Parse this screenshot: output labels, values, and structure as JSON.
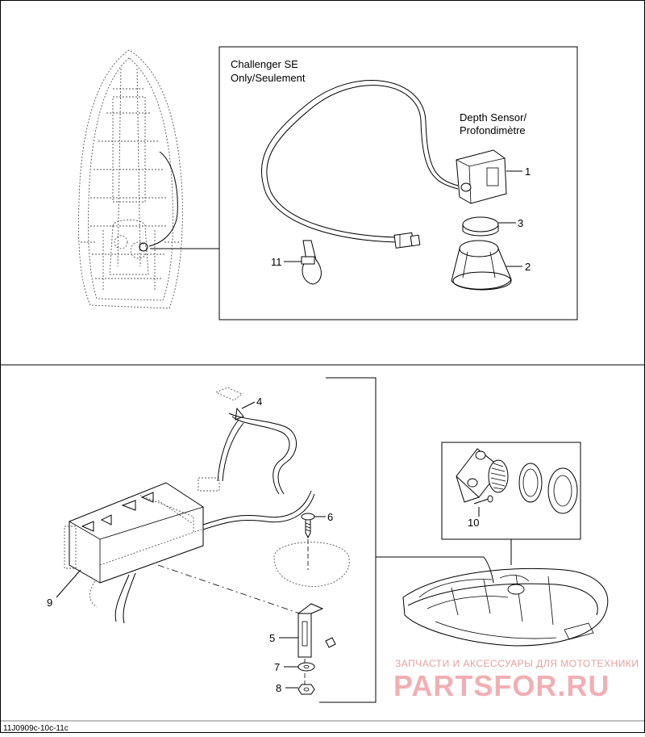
{
  "panel_top": {
    "note_line1": "Challenger SE",
    "note_line2": "Only/Seulement",
    "sensor_line1": "Depth Sensor/",
    "sensor_line2": "Profondimètre"
  },
  "callouts": {
    "c1": "1",
    "c2": "2",
    "c3": "3",
    "c4": "4",
    "c5": "5",
    "c6": "6",
    "c7": "7",
    "c8": "8",
    "c9": "9",
    "c10": "10",
    "c11": "11"
  },
  "watermark": {
    "tagline": "ЗАПЧАСТИ И АКСЕССУАРЫ ДЛЯ МОТОТЕХНИКИ",
    "brand": "PARTSFOR.RU"
  },
  "footer": {
    "drawing_code": "11J0909c-10c-11c"
  }
}
